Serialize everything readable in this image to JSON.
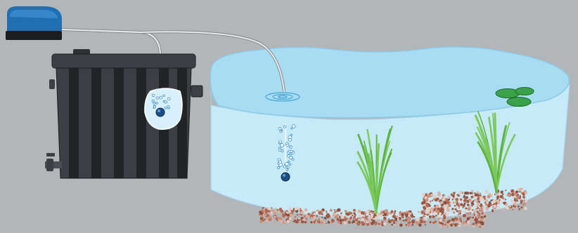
{
  "scene": {
    "background": "#b3b6b9",
    "components": [
      {
        "id": "air-pump",
        "icon": "air-pump-icon",
        "color": "#1f6fb5"
      },
      {
        "id": "air-hose",
        "icon": "air-hose-icon",
        "color": "#e6e9ec"
      },
      {
        "id": "pond-filter",
        "icon": "filter-box-icon",
        "color": "#3c3f43"
      },
      {
        "id": "filter-air-stone",
        "icon": "air-stone-icon",
        "color": "#1d4f82"
      },
      {
        "id": "filter-drain-valve",
        "icon": "valve-icon",
        "color": "#4a4d51"
      },
      {
        "id": "pond",
        "icon": "pond-icon",
        "color": "#bfe6f7"
      },
      {
        "id": "pond-air-stone",
        "icon": "air-stone-icon",
        "color": "#1d4f82"
      },
      {
        "id": "aquatic-plants",
        "icon": "plant-icon",
        "color": "#5db33f"
      },
      {
        "id": "water-lily",
        "icon": "lily-pad-icon",
        "color": "#3aa34a"
      },
      {
        "id": "gravel-bed",
        "icon": "gravel-icon",
        "color": "#b36b55"
      }
    ],
    "colors": {
      "pump_body": "#1f6fb5",
      "pump_base": "#1b1d20",
      "hose": "#e6e9ec",
      "filter_body": "#3c3f43",
      "filter_rib": "#1c1e21",
      "water_surface": "#a7dcf3",
      "water_body": "#c7eaf8",
      "bubbles": "#3b8fd4",
      "plant": "#5db33f",
      "lily": "#3aa34a",
      "gravel": "#b36b55"
    }
  }
}
